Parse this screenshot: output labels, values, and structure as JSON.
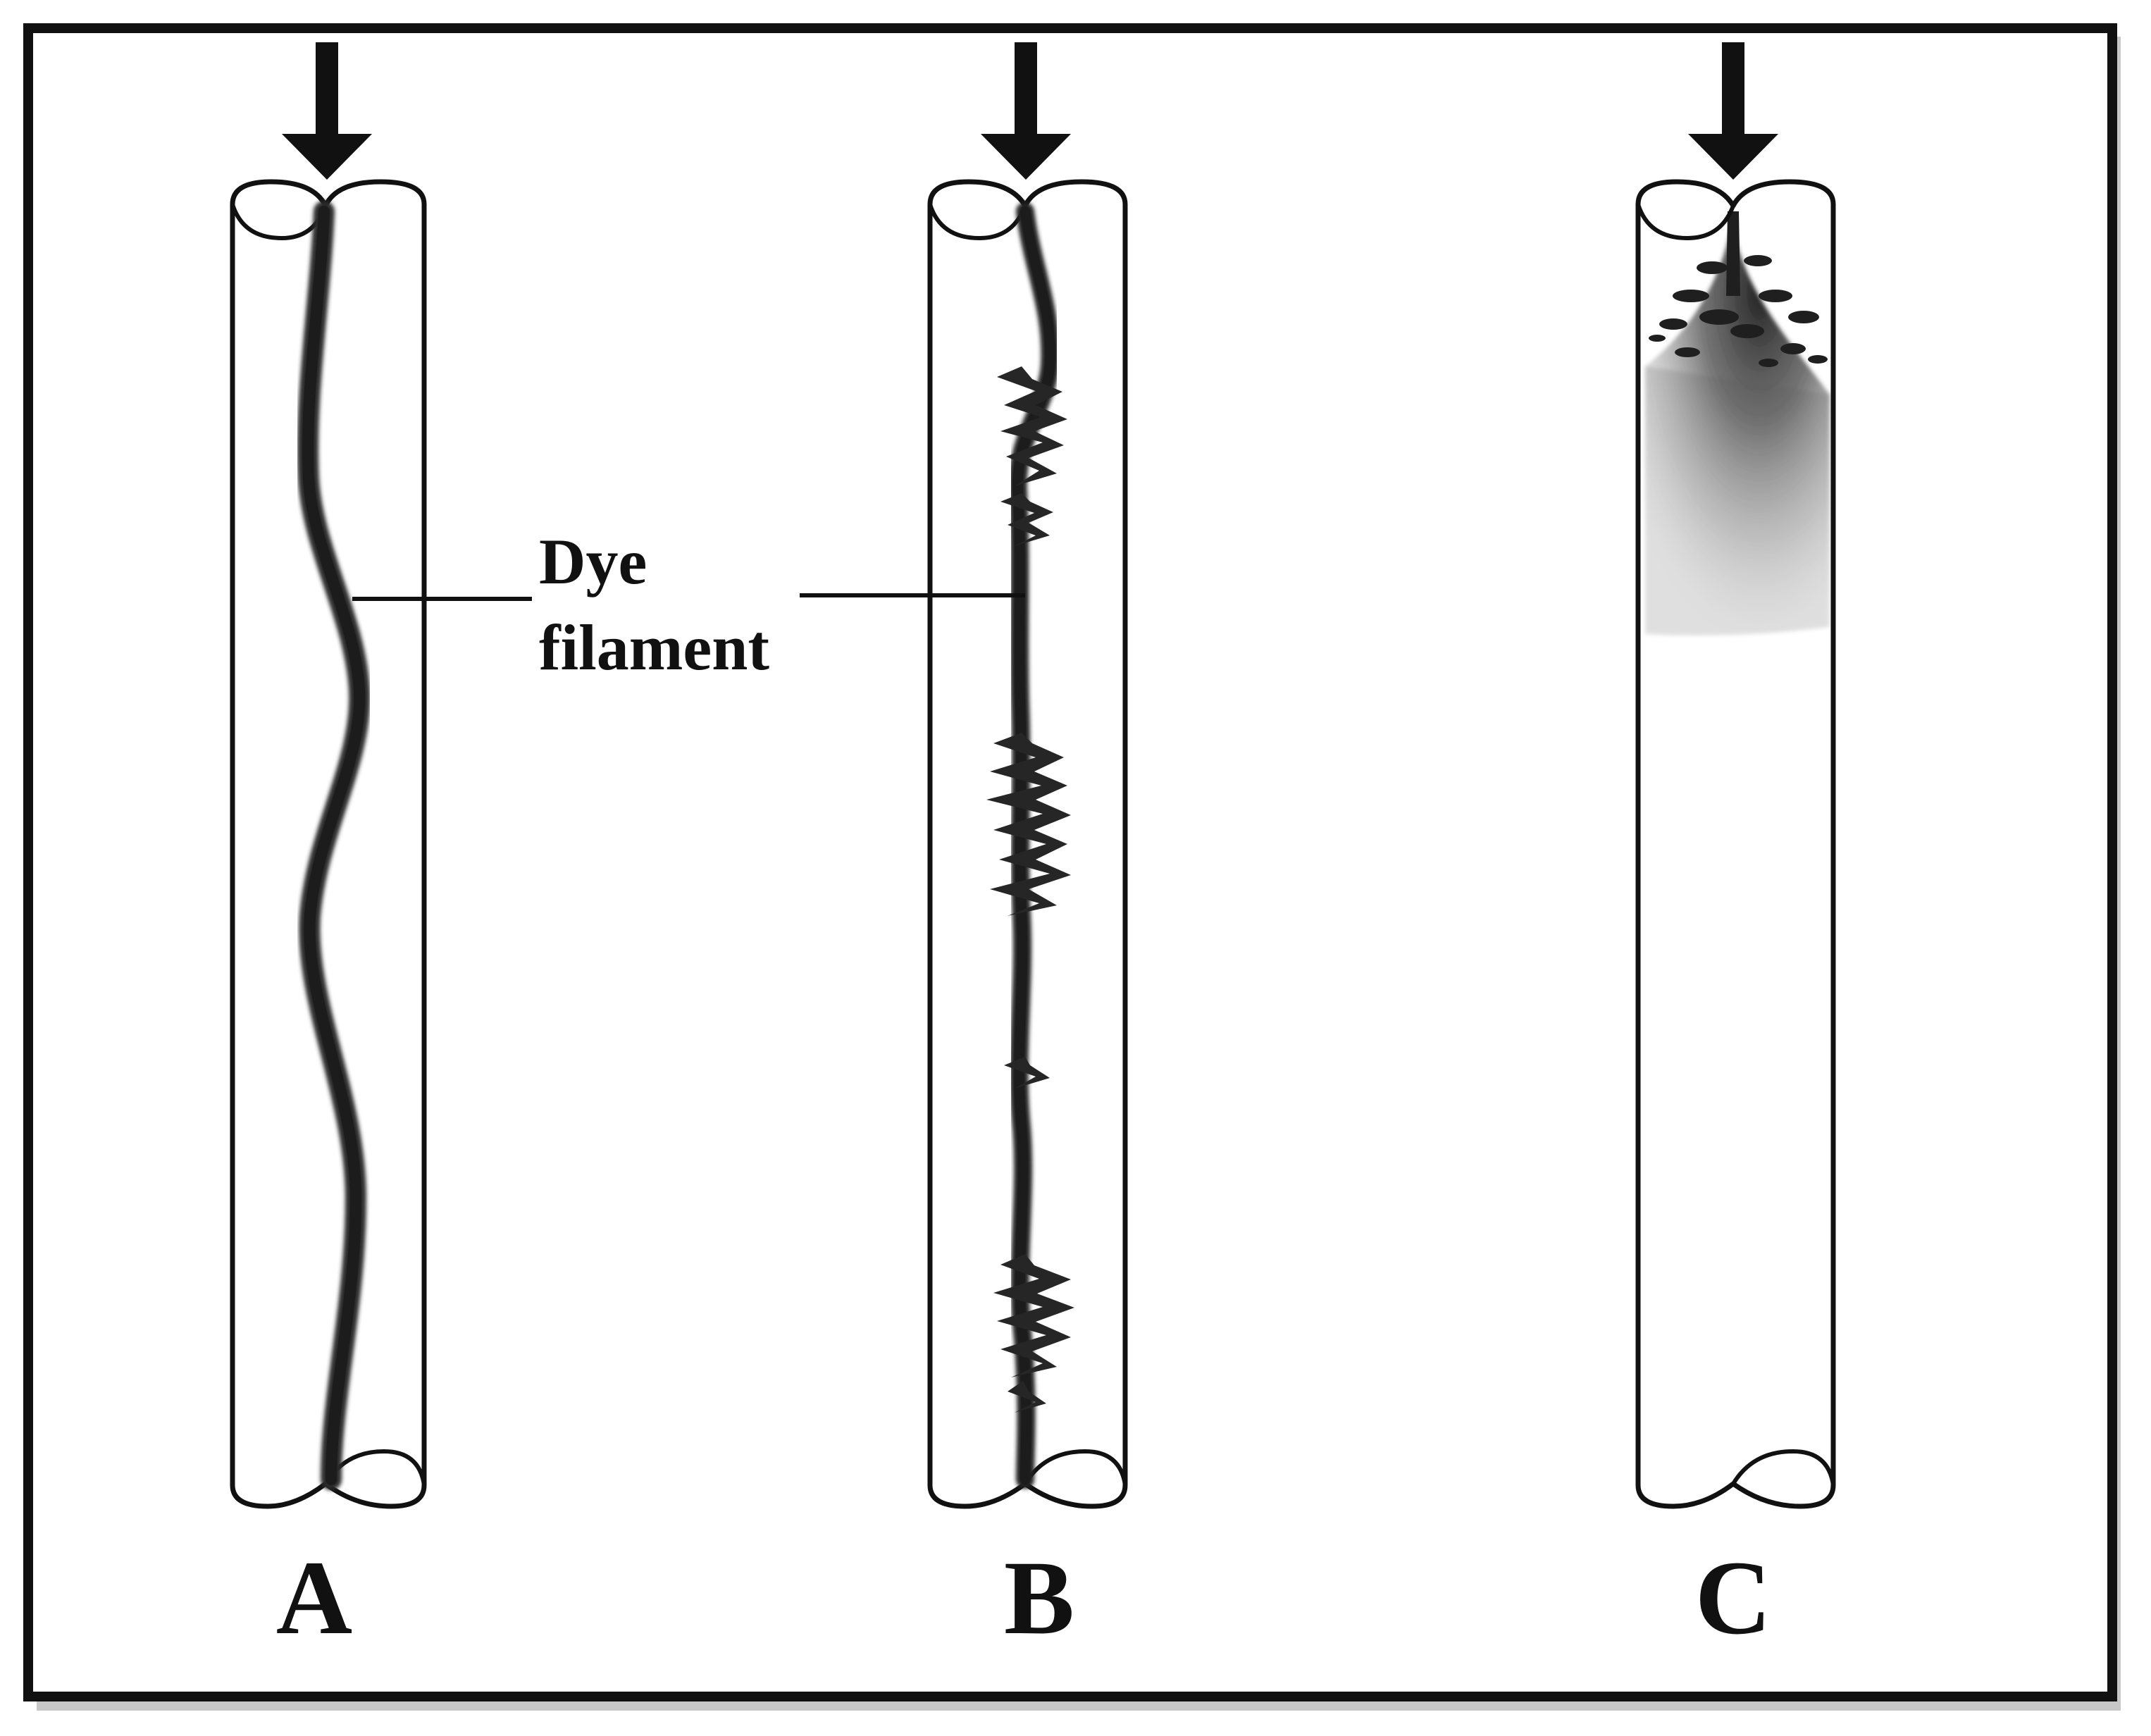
{
  "figure": {
    "annotation": {
      "line1": "Dye",
      "line2": "filament"
    },
    "panels": [
      {
        "id": "A",
        "label": "A",
        "flow": "laminar"
      },
      {
        "id": "B",
        "label": "B",
        "flow": "transitional"
      },
      {
        "id": "C",
        "label": "C",
        "flow": "turbulent"
      }
    ],
    "colors": {
      "ink": "#111111",
      "dye": "#2a2a2a",
      "background": "#ffffff"
    }
  }
}
